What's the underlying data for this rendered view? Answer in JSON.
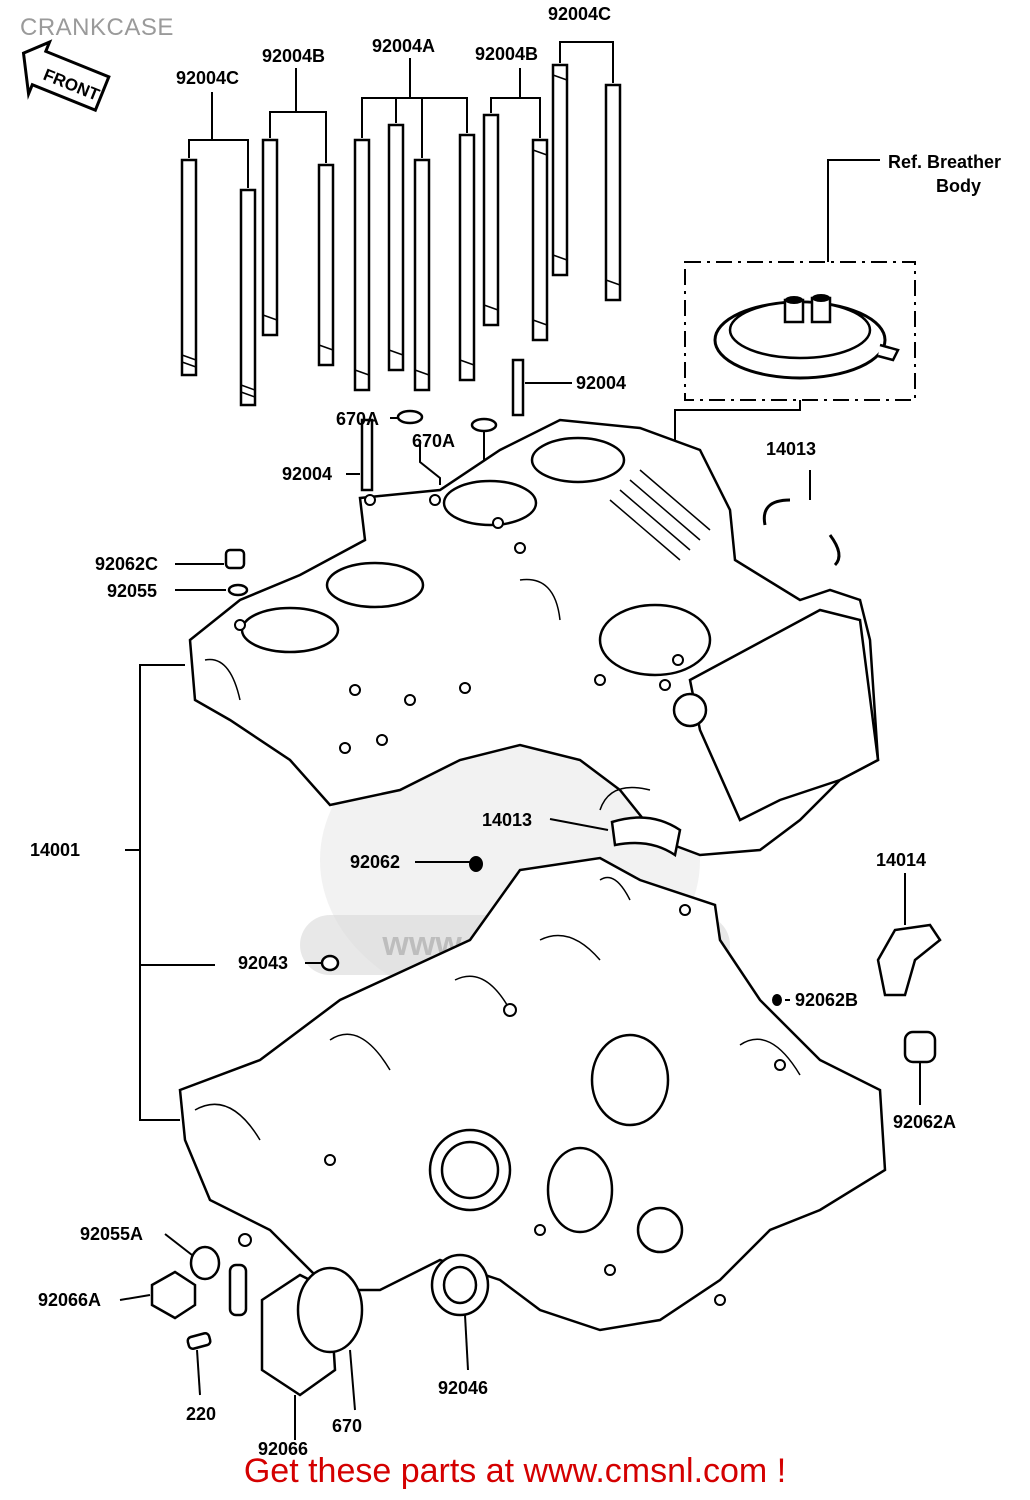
{
  "title": "CRANKCASE",
  "front_badge": "FRONT",
  "footer": "Get these parts at www.cmsnl.com !",
  "watermark": "www.cmsnl.com",
  "callouts": {
    "c92004C_left": "92004C",
    "c92004B_left": "92004B",
    "c92004A": "92004A",
    "c92004B_right": "92004B",
    "c92004C_right": "92004C",
    "c92004_upper": "92004",
    "c670A_left": "670A",
    "c670A_right": "670A",
    "c92004_lower": "92004",
    "breather_ref_1": "Ref. Breather",
    "breather_ref_2": "Body",
    "c14013_upper": "14013",
    "c92062C": "92062C",
    "c92055": "92055",
    "c14001": "14001",
    "c14013_lower": "14013",
    "c92062": "92062",
    "c14014": "14014",
    "c92043": "92043",
    "c92062B": "92062B",
    "c92062A": "92062A",
    "c92055A": "92055A",
    "c92066A": "92066A",
    "c220": "220",
    "c670": "670",
    "c92046": "92046",
    "c92066": "92066"
  }
}
